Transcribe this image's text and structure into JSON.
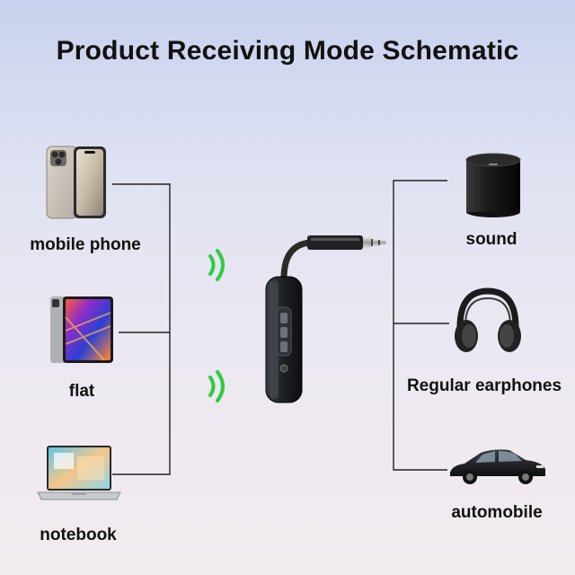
{
  "title": "Product Receiving Mode Schematic",
  "sources": [
    {
      "label": "mobile phone",
      "icon": "smartphone-icon"
    },
    {
      "label": "flat",
      "icon": "tablet-icon"
    },
    {
      "label": "notebook",
      "icon": "laptop-icon"
    }
  ],
  "outputs": [
    {
      "label": "sound",
      "icon": "speaker-icon"
    },
    {
      "label": "Regular earphones",
      "icon": "headphones-icon"
    },
    {
      "label": "automobile",
      "icon": "car-icon"
    }
  ],
  "device": {
    "icon": "bluetooth-receiver-icon"
  },
  "signal": {
    "icon": "wireless-signal-icon",
    "color": "#2ecc40"
  }
}
